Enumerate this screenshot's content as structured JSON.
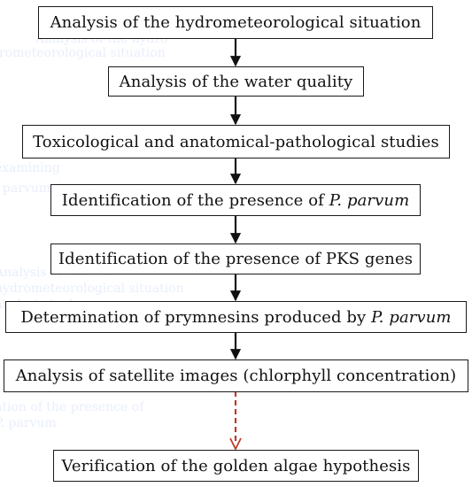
{
  "steps": [
    {
      "text": "Analysis of the hydrometeorological situation",
      "italic": ""
    },
    {
      "text": "Analysis of the water quality",
      "italic": ""
    },
    {
      "text": "Toxicological and anatomical-pathological studies",
      "italic": ""
    },
    {
      "text": "Identification of the presence of ",
      "italic": "P. parvum"
    },
    {
      "text": "Identification of the presence of PKS genes",
      "italic": ""
    },
    {
      "text": "Determination of prymnesins produced by ",
      "italic": "P. parvum"
    },
    {
      "text": "Analysis of satellite images (chlorphyll concentration)",
      "italic": ""
    },
    {
      "text": "Verification of the golden algae hypothesis",
      "italic": ""
    }
  ],
  "colors": {
    "border": "#1a1a1a",
    "arrow": "#111111",
    "dashed_arrow": "#c0392b",
    "ghost_text": "#e8eefb"
  }
}
